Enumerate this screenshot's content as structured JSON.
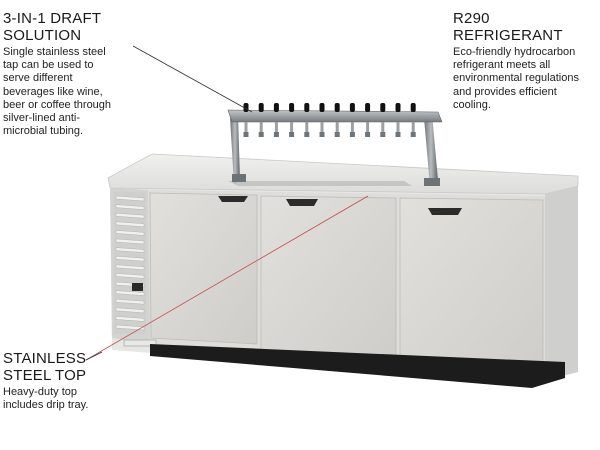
{
  "callouts": {
    "draft": {
      "title_line1": "3-IN-1 DRAFT",
      "title_line2": "SOLUTION",
      "body": [
        "Single stainless steel",
        "tap can be used to",
        "serve different",
        "beverages like wine,",
        "beer or coffee through",
        "silver-lined anti-",
        "microbial tubing."
      ]
    },
    "refrigerant": {
      "title": "R290 REFRIGERANT",
      "body": [
        "Eco-friendly hydrocarbon",
        "refrigerant  meets all",
        "environmental regulations",
        "and provides efficient",
        "cooling."
      ]
    },
    "top": {
      "title_line1": "STAINLESS",
      "title_line2": "STEEL TOP",
      "body": [
        "Heavy-duty top",
        "includes drip tray."
      ]
    }
  },
  "product": {
    "tap_count": 12,
    "door_count": 3
  },
  "colors": {
    "cabinet": "#e4e4e2",
    "door": "#d9d7d3",
    "chrome": "#8f9498",
    "base": "#1c1c1c",
    "leader_black": "#333333",
    "leader_red": "#c24a4a"
  }
}
